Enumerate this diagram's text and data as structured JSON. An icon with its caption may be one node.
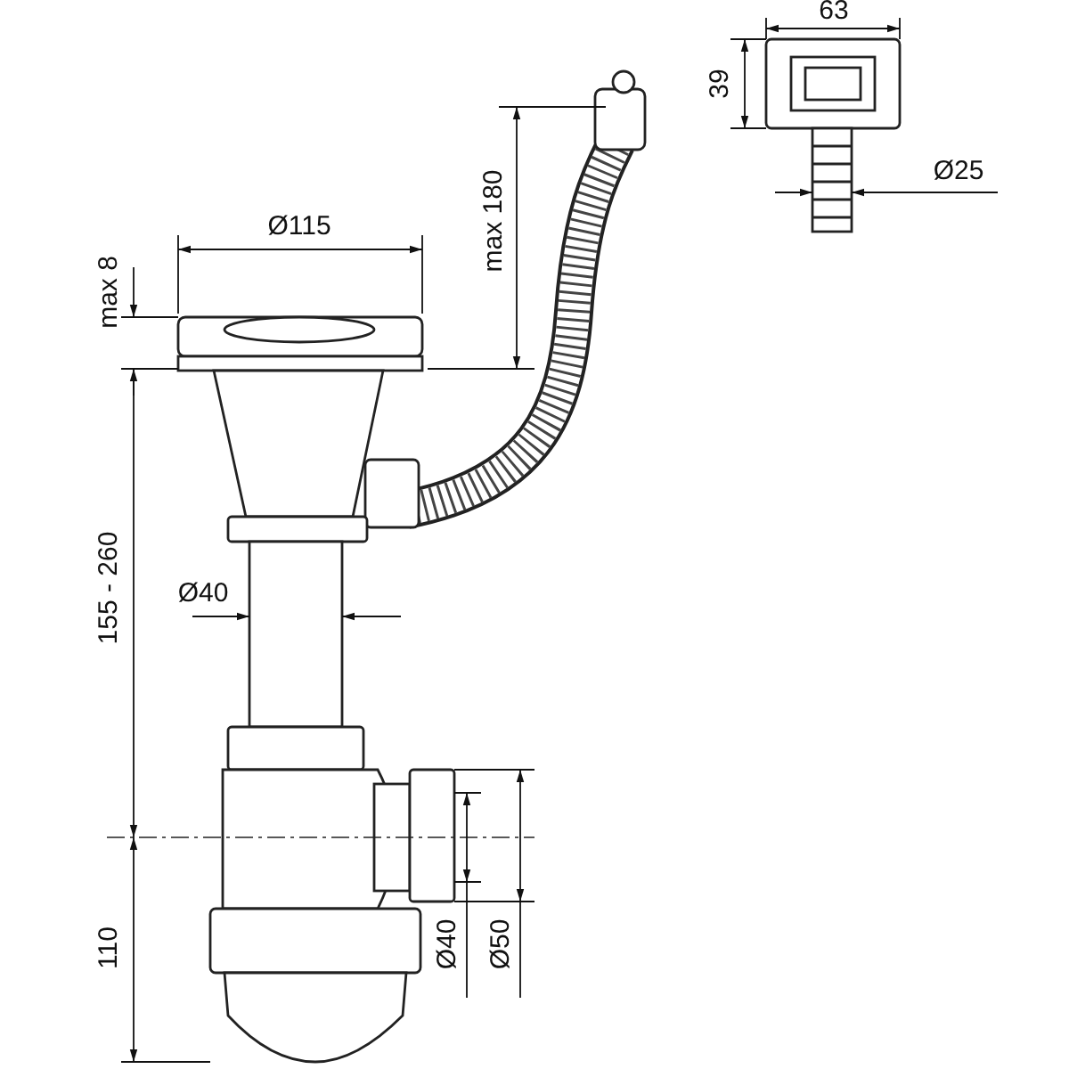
{
  "diagram": {
    "labels": [
      "63",
      "39",
      "Ø25",
      "max 180",
      "Ø115",
      "max 8",
      "155 - 260",
      "Ø40",
      "110",
      "Ø40",
      "Ø50"
    ]
  }
}
